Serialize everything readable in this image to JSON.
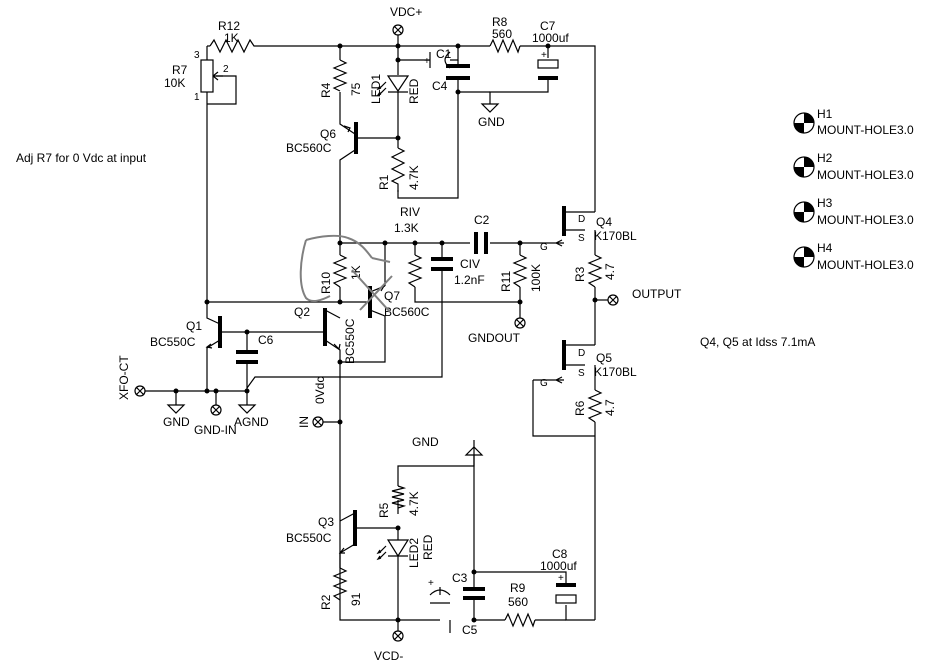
{
  "notes": {
    "adj": "Adj R7 for 0 Vdc at input",
    "idss": "Q4, Q5 at Idss 7.1mA"
  },
  "nets": {
    "vdc_plus": "VDC+",
    "vcd_minus": "VCD-",
    "gnd": "GND",
    "gnd_in": "GND-IN",
    "agnd": "AGND",
    "gndout": "GNDOUT",
    "output": "OUTPUT",
    "in": "IN",
    "xfo_ct": "XFO-CT",
    "zero_vdc": "0Vdc"
  },
  "resistors": {
    "r12": {
      "ref": "R12",
      "value": "1K"
    },
    "r7": {
      "ref": "R7",
      "value": "10K",
      "pin1": "1",
      "pin2": "2",
      "pin3": "3"
    },
    "r4": {
      "ref": "R4",
      "value": "75"
    },
    "r1": {
      "ref": "R1",
      "value": "4.7K"
    },
    "r8": {
      "ref": "R8",
      "value": "560"
    },
    "riv": {
      "ref": "RIV",
      "value": "1.3K"
    },
    "r10": {
      "ref": "R10",
      "value": "1K"
    },
    "r11": {
      "ref": "R11",
      "value": "100K"
    },
    "r3": {
      "ref": "R3",
      "value": "4.7"
    },
    "r6": {
      "ref": "R6",
      "value": "4.7"
    },
    "r5": {
      "ref": "R5",
      "value": "4.7K"
    },
    "r2": {
      "ref": "R2",
      "value": "91"
    },
    "r9": {
      "ref": "R9",
      "value": "560"
    }
  },
  "capacitors": {
    "c1": {
      "ref": "C1"
    },
    "c4": {
      "ref": "C4"
    },
    "c7": {
      "ref": "C7",
      "value": "1000uf"
    },
    "c2": {
      "ref": "C2"
    },
    "civ": {
      "ref": "CIV",
      "value": "1.2nF"
    },
    "c6": {
      "ref": "C6"
    },
    "c3": {
      "ref": "C3"
    },
    "c5": {
      "ref": "C5"
    },
    "c8": {
      "ref": "C8",
      "value": "1000uf"
    },
    "plus": "+"
  },
  "leds": {
    "led1": {
      "ref": "LED1",
      "color": "RED"
    },
    "led2": {
      "ref": "LED2",
      "color": "RED"
    }
  },
  "transistors": {
    "q1": {
      "ref": "Q1",
      "part": "BC550C"
    },
    "q2": {
      "ref": "Q2",
      "part": "BC550C"
    },
    "q3": {
      "ref": "Q3",
      "part": "BC550C"
    },
    "q6": {
      "ref": "Q6",
      "part": "BC560C"
    },
    "q7": {
      "ref": "Q7",
      "part": "BC560C"
    },
    "q4": {
      "ref": "Q4",
      "part": "K170BL",
      "g": "G",
      "d": "D",
      "s": "S"
    },
    "q5": {
      "ref": "Q5",
      "part": "K170BL",
      "g": "G",
      "d": "D",
      "s": "S"
    }
  },
  "mount_holes": [
    {
      "ref": "H1",
      "part": "MOUNT-HOLE3.0"
    },
    {
      "ref": "H2",
      "part": "MOUNT-HOLE3.0"
    },
    {
      "ref": "H3",
      "part": "MOUNT-HOLE3.0"
    },
    {
      "ref": "H4",
      "part": "MOUNT-HOLE3.0"
    }
  ],
  "colors": {
    "wire": "#000000",
    "annotation": "#808080"
  }
}
